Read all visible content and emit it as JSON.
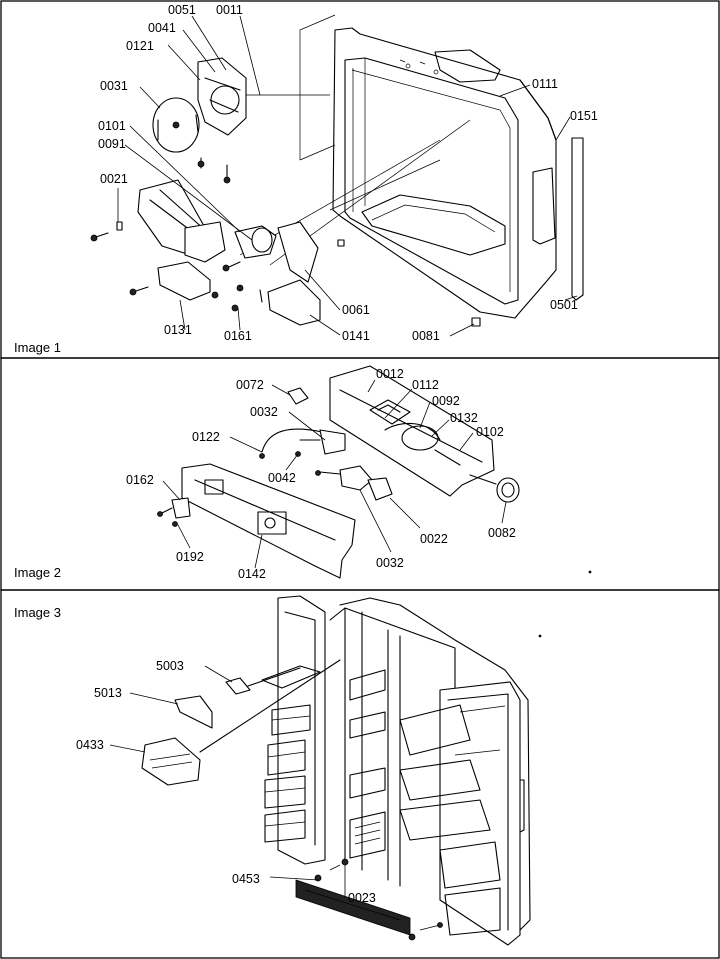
{
  "panels": [
    {
      "title": "Image 1",
      "parts": [
        "0051",
        "0011",
        "0041",
        "0121",
        "0031",
        "0111",
        "0151",
        "0101",
        "0091",
        "0021",
        "0061",
        "0501",
        "0131",
        "0161",
        "0141",
        "0081"
      ]
    },
    {
      "title": "Image 2",
      "parts": [
        "0012",
        "0072",
        "0112",
        "0092",
        "0032",
        "0132",
        "0102",
        "0122",
        "0042",
        "0162",
        "0022",
        "0082",
        "0192",
        "0142",
        "0032"
      ]
    },
    {
      "title": "Image 3",
      "parts": [
        "5003",
        "5013",
        "0433",
        "0453",
        "0023"
      ]
    }
  ]
}
